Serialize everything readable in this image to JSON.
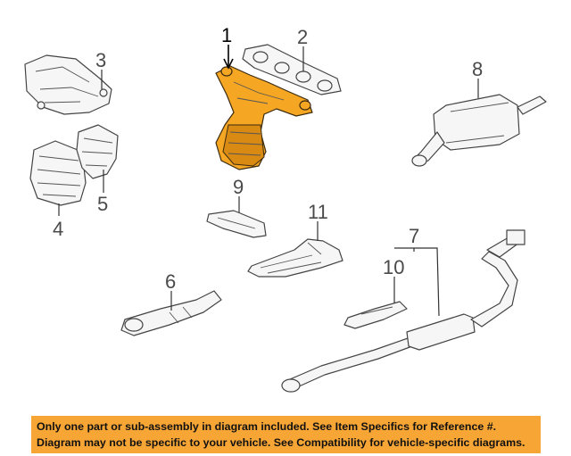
{
  "callouts": {
    "c1": "1",
    "c2": "2",
    "c3": "3",
    "c4": "4",
    "c5": "5",
    "c6": "6",
    "c7": "7",
    "c8": "8",
    "c9": "9",
    "c10": "10",
    "c11": "11"
  },
  "highlight_color": "#f5a623",
  "banner": {
    "line1": "Only one part or sub-assembly in diagram included. See Item Specifics for Reference #.",
    "line2": "Diagram may not be specific to your vehicle. See Compatibility for vehicle-specific diagrams.",
    "color": "#f7a535"
  }
}
